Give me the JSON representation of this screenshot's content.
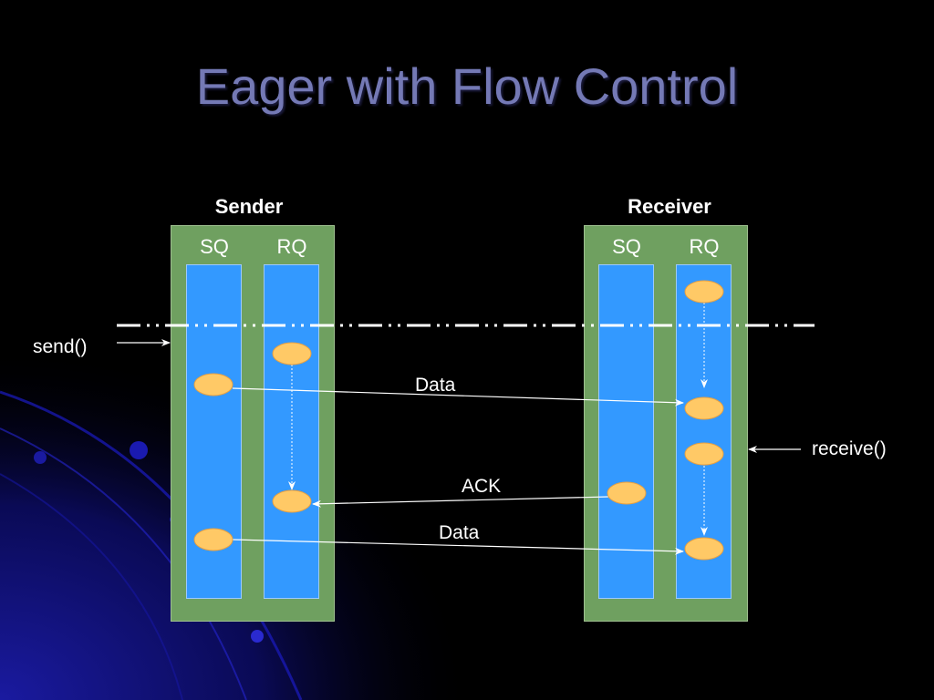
{
  "title": "Eager with Flow Control",
  "sender": {
    "heading": "Sender",
    "sq_label": "SQ",
    "rq_label": "RQ"
  },
  "receiver": {
    "heading": "Receiver",
    "sq_label": "SQ",
    "rq_label": "RQ"
  },
  "calls": {
    "send": "send()",
    "receive": "receive()"
  },
  "messages": {
    "data_1": "Data",
    "ack": "ACK",
    "data_2": "Data"
  },
  "colors": {
    "background": "#000000",
    "title": "#7479B5",
    "node_box": "#6FA060",
    "queue": "#3399FF",
    "entry": "#FFC966",
    "arrow": "#FFFFFF"
  }
}
